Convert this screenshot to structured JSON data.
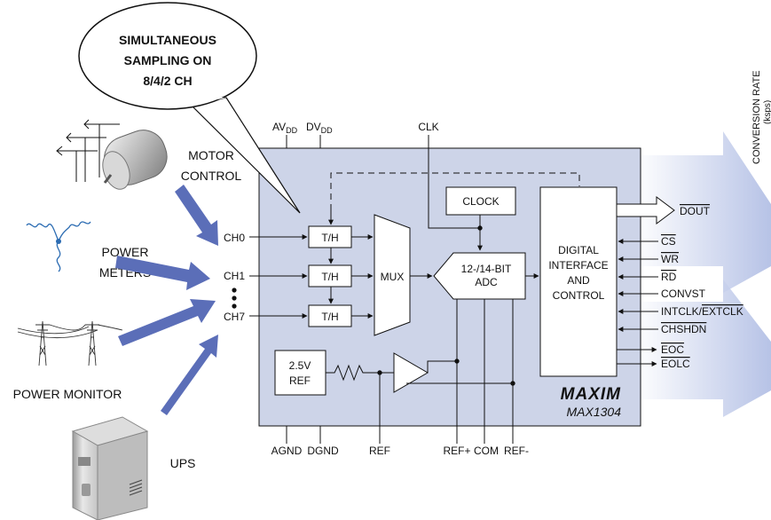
{
  "callout": {
    "line1": "SIMULTANEOUS",
    "line2": "SAMPLING ON",
    "line3": "8/4/2 CH"
  },
  "applications": {
    "motor_line1": "MOTOR",
    "motor_line2": "CONTROL",
    "meters_line1": "POWER",
    "meters_line2": "METERS",
    "monitor": "POWER MONITOR",
    "ups": "UPS"
  },
  "top_pins": {
    "avdd_main": "AV",
    "avdd_sub": "DD",
    "dvdd_main": "DV",
    "dvdd_sub": "DD",
    "clk": "CLK"
  },
  "channels": [
    "CH0",
    "CH1",
    "CH7"
  ],
  "blocks": {
    "th": "T/H",
    "mux": "MUX",
    "clock": "CLOCK",
    "adc_line1": "12-/14-BIT",
    "adc_line2": "ADC",
    "digital_line1": "DIGITAL",
    "digital_line2": "INTERFACE",
    "digital_line3": "AND",
    "digital_line4": "CONTROL",
    "ref_line1": "2.5V",
    "ref_line2": "REF"
  },
  "right_pins": {
    "dout": "DOUT",
    "cs": "CS",
    "wr": "WR",
    "rd": "RD",
    "convst": "CONVST",
    "intclk": "INTCLK/",
    "extclk": "EXTCLK",
    "chshdn": "CHSHDN",
    "eoc": "EOC",
    "eolc": "EOLC"
  },
  "bottom_pins": [
    "AGND",
    "DGND",
    "REF",
    "REF+",
    "COM",
    "REF-"
  ],
  "branding": {
    "logo": "MAXIM",
    "part": "MAX1304"
  },
  "rotated_caption": {
    "line1": "CONVERSION RATE",
    "line2": "(ksps)"
  },
  "colors": {
    "chip_fill": "#cdd4e8",
    "arrow_blue": "#5b6eb8",
    "stroke": "#111111"
  }
}
